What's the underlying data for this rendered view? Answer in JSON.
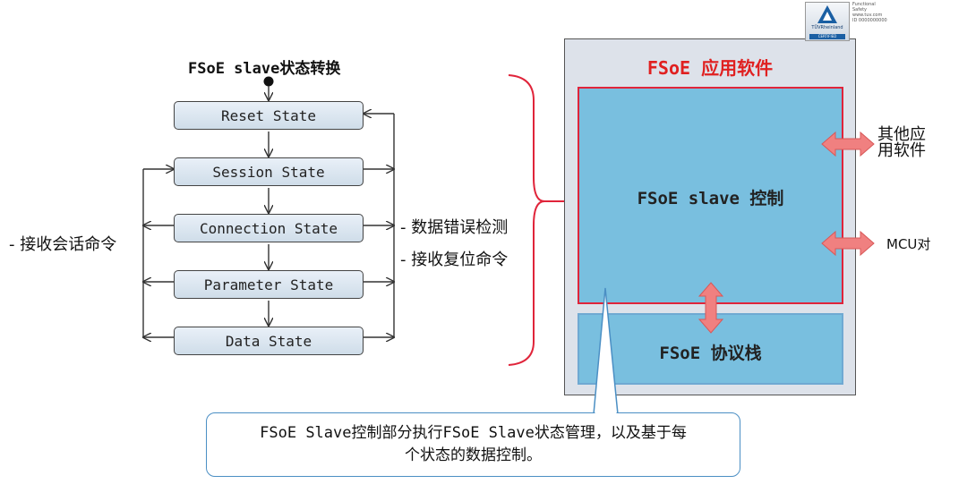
{
  "state_machine": {
    "title": "FSoE slave状态转换",
    "states": [
      "Reset State",
      "Session State",
      "Connection State",
      "Parameter State",
      "Data State"
    ],
    "left_note": "- 接收会话命令",
    "right_notes": [
      "- 数据错误检测",
      "- 接收复位命令"
    ]
  },
  "app_software": {
    "title": "FSoE 应用软件",
    "control_label": "FSoE slave 控制",
    "stack_label": "FSoE 协议栈",
    "other_software_lines": [
      "其他应",
      "用软件"
    ],
    "mcu_label": "MCU对"
  },
  "callout": {
    "line1": "FSoE Slave控制部分执行FSoE Slave状态管理，以及基于每",
    "line2": "个状态的数据控制。"
  },
  "badge": {
    "brand": "TÜVRheinland",
    "certified": "CERTIFIED",
    "info_lines": [
      "Functional",
      "Safety",
      "",
      "www.tuv.com",
      "ID 0000000000"
    ]
  },
  "colors": {
    "red": "#e0243a",
    "block_blue": "#79bfdf",
    "outer_gray": "#dde2ea",
    "arrow_pink": "#f08080",
    "callout_border": "#4b8fc4"
  }
}
